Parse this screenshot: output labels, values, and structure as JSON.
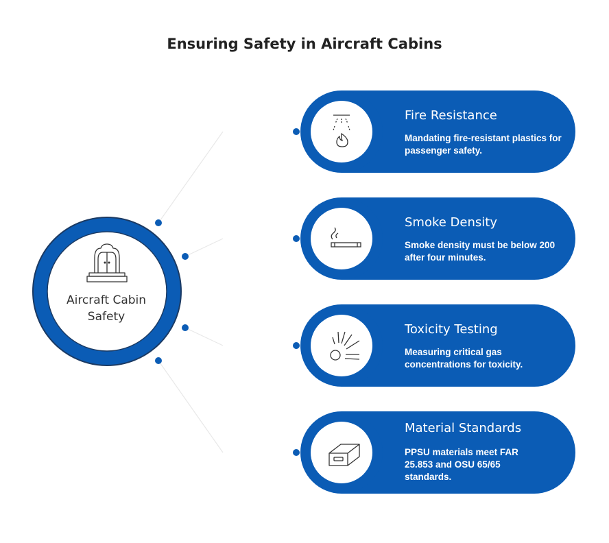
{
  "title": "Ensuring Safety in Aircraft Cabins",
  "center": {
    "label": "Aircraft Cabin Safety",
    "icon": "cabin-door-icon"
  },
  "colors": {
    "accent": "#0b5cb5",
    "connector": "#e8e8e8",
    "dark_ring": "#1b3a63"
  },
  "items": [
    {
      "title": "Fire Resistance",
      "description": "Mandating fire-resistant plastics for passenger safety.",
      "icon": "sprinkler-fire-icon"
    },
    {
      "title": "Smoke Density",
      "description": "Smoke density must be below 200 after four minutes.",
      "icon": "cigarette-smoke-icon"
    },
    {
      "title": "Toxicity Testing",
      "description": "Measuring critical gas concentrations for toxicity.",
      "icon": "gas-emission-icon"
    },
    {
      "title": "Material Standards",
      "description": "PPSU materials meet FAR 25.853 and OSU 65/65 standards.",
      "icon": "material-block-icon"
    }
  ]
}
